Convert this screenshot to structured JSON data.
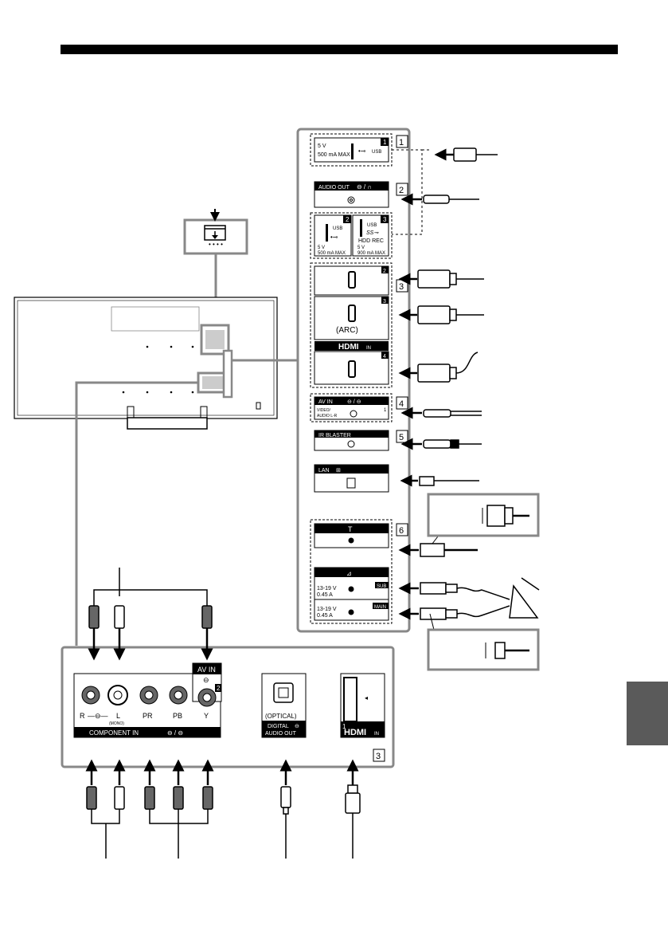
{
  "side_panel": {
    "usb1": {
      "badge": "1",
      "voltage": "5 V",
      "current": "500 mA MAX",
      "label": "USB"
    },
    "audio_out": {
      "label": "AUDIO OUT"
    },
    "usb2": {
      "badge": "2",
      "label": "USB",
      "voltage": "5 V",
      "current": "500 mA MAX"
    },
    "usb3": {
      "badge": "3",
      "label": "USB",
      "sub": "HDD REC",
      "voltage": "5 V",
      "current": "900 mA MAX"
    },
    "hdmi2_badge": "2",
    "hdmi3_badge": "3",
    "hdmi3_arc": "(ARC)",
    "hdmi_logo": "HDMI",
    "hdmi_in": "IN",
    "hdmi4_badge": "4",
    "av_in": {
      "label": "AV IN",
      "badge": "1",
      "sub1": "VIDEO/",
      "sub2": "AUDIO L-R"
    },
    "ir_blaster": "IR BLASTER",
    "lan": "LAN",
    "sat_sub": {
      "voltage": "13-19 V",
      "current": "0.45 A",
      "tag": "SUB"
    },
    "sat_main": {
      "voltage": "13-19 V",
      "current": "0.45 A",
      "tag": "MAIN"
    }
  },
  "side_boxes": [
    "1",
    "2",
    "3",
    "4",
    "5",
    "6"
  ],
  "bottom_panel": {
    "component_labels": [
      "R",
      "L",
      "PR",
      "PB",
      "Y"
    ],
    "mono": "(MONO)",
    "component_in": "COMPONENT IN",
    "av_in": "AV IN",
    "av_badge": "2",
    "optical": "(OPTICAL)",
    "digital": "DIGITAL",
    "audio_out": "AUDIO OUT",
    "hdmi_badge": "1",
    "hdmi_logo": "HDMI",
    "hdmi_in": "IN",
    "box3": "3"
  }
}
